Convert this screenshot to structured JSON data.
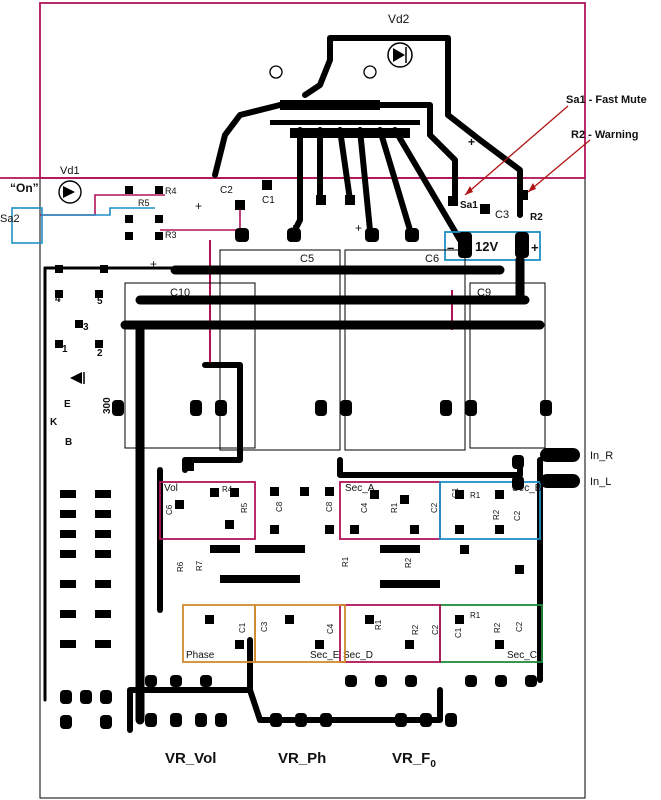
{
  "title_labels": {
    "vd2": "Vd2",
    "vd1": "Vd1",
    "on": "“On”",
    "sa2": "Sa2",
    "sa1": "Sa1",
    "c3": "C3",
    "r2_top": "R2",
    "supply": "12V",
    "plus": "+",
    "minus": "–",
    "in_r": "In_R",
    "in_l": "In_L"
  },
  "annotations": {
    "sa1_note": "Sa1 - Fast Mute",
    "r2_note": "R2 - Warning"
  },
  "capacitors": {
    "c1": "C1",
    "c2": "C2",
    "c5": "C5",
    "c6": "C6",
    "c9": "C9",
    "c10": "C10",
    "c8": "C8"
  },
  "resistors": {
    "r3": "R3",
    "r4": "R4",
    "r5": "R5"
  },
  "numbers": {
    "n1": "1",
    "n2": "2",
    "n3": "3",
    "n4": "4",
    "n5": "5",
    "n300": "300",
    "e": "E",
    "k": "K",
    "b": "B"
  },
  "sections": {
    "vol": "Vol",
    "sec_a": "Sec_A",
    "sec_b": "Sec_B",
    "sec_c": "Sec_C",
    "sec_d": "Sec_D",
    "sec_e": "Sec_E",
    "phase": "Phase"
  },
  "section_parts": {
    "r1": "R1",
    "r2": "R2",
    "r4": "R4",
    "r5": "R5",
    "r6": "R6",
    "r7": "R7",
    "c1": "C1",
    "c2": "C2",
    "c3": "C3",
    "c4": "C4",
    "c6": "C6",
    "c8": "C8"
  },
  "pots": {
    "vr_vol": "VR_Vol",
    "vr_ph": "VR_Ph",
    "vr_f0": "VR_F",
    "vr_f0_sub": "0"
  },
  "colors": {
    "magenta": "#b0125a",
    "cyan": "#1e8fc6",
    "orange": "#d08a2e",
    "green": "#1f8a3a",
    "arrow_red": "#b01515"
  }
}
